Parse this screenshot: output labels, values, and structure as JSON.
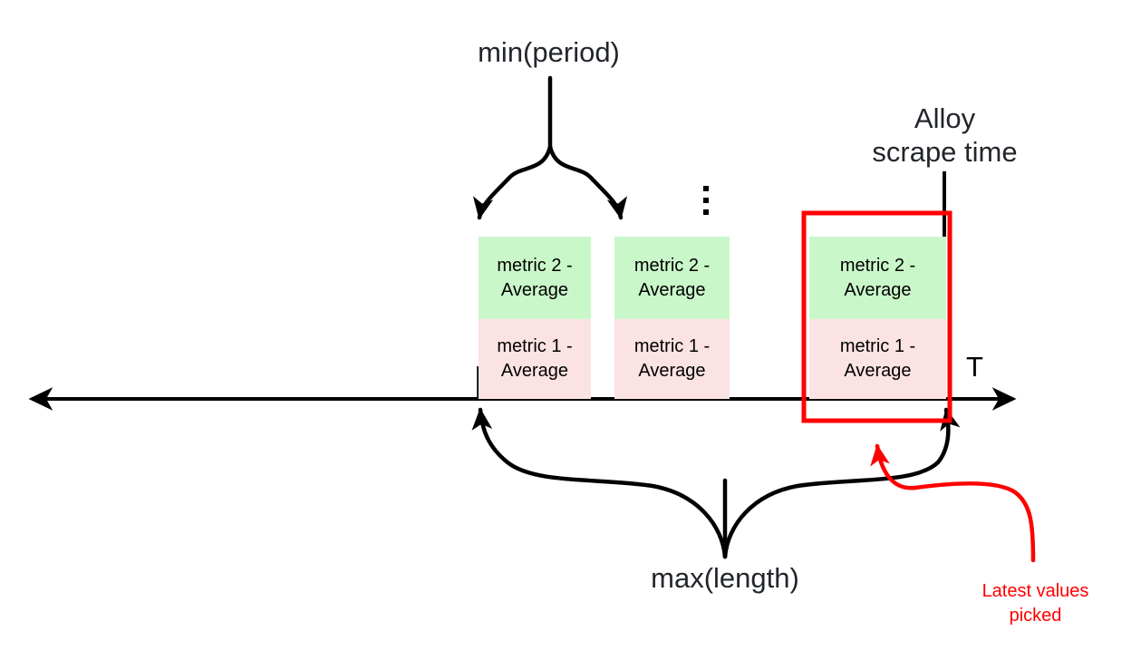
{
  "diagram": {
    "title_labels": {
      "min_period": "min(period)",
      "max_length": "max(length)",
      "alloy_scrape_time_line1": "Alloy",
      "alloy_scrape_time_line2": "scrape time",
      "axis_label": "T",
      "latest_values_line1": "Latest values",
      "latest_values_line2": "picked"
    },
    "colors": {
      "metric2_fill": "#c9f7c9",
      "metric1_fill": "#fbe3e3",
      "highlight_stroke": "#ff0000",
      "axis_stroke": "#000000",
      "text": "#22262b"
    },
    "axis": {
      "name": "time-axis",
      "label": "T",
      "direction": "bidirectional"
    },
    "ellipsis": "⋮",
    "blocks": [
      {
        "id": "block-1",
        "segments": [
          {
            "id": "metric-2",
            "label": "metric 2 -\nAverage",
            "line1": "metric 2 -",
            "line2": "Average",
            "fill": "#c9f7c9"
          },
          {
            "id": "metric-1",
            "label": "metric 1 -\nAverage",
            "line1": "metric 1 -",
            "line2": "Average",
            "fill": "#fbe3e3"
          }
        ],
        "highlighted": false
      },
      {
        "id": "block-2",
        "segments": [
          {
            "id": "metric-2",
            "label": "metric 2 -\nAverage",
            "line1": "metric 2 -",
            "line2": "Average",
            "fill": "#c9f7c9"
          },
          {
            "id": "metric-1",
            "label": "metric 1 -\nAverage",
            "line1": "metric 1 -",
            "line2": "Average",
            "fill": "#fbe3e3"
          }
        ],
        "highlighted": false
      },
      {
        "id": "block-3",
        "segments": [
          {
            "id": "metric-2",
            "label": "metric 2 -\nAverage",
            "line1": "metric 2 -",
            "line2": "Average",
            "fill": "#c9f7c9"
          },
          {
            "id": "metric-1",
            "label": "metric 1 -\nAverage",
            "line1": "metric 1 -",
            "line2": "Average",
            "fill": "#fbe3e3"
          }
        ],
        "highlighted": true
      }
    ],
    "annotations": [
      {
        "id": "min-period-brace",
        "label": "min(period)",
        "points_to": "block-1 width",
        "orientation": "down"
      },
      {
        "id": "max-length-brace",
        "label": "max(length)",
        "points_to": "block-1 start to block-3 end",
        "orientation": "up"
      },
      {
        "id": "alloy-scrape-marker",
        "label": "Alloy scrape time",
        "orientation": "vertical-line"
      },
      {
        "id": "latest-values-callout",
        "label": "Latest values picked",
        "color": "#ff0000"
      }
    ]
  }
}
